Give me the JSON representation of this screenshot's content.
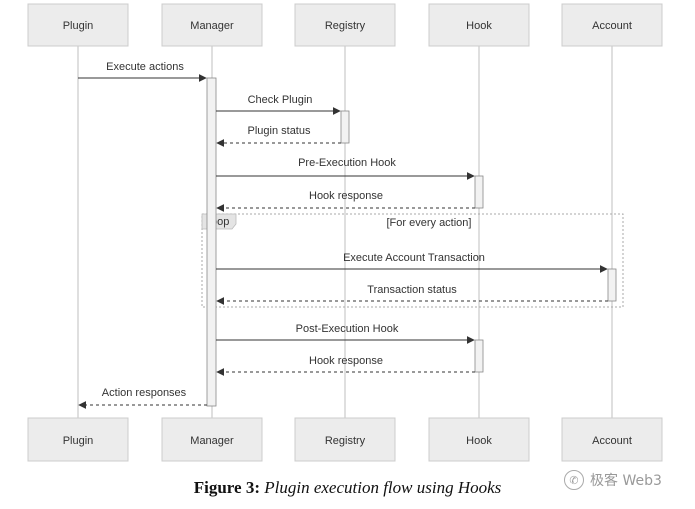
{
  "participants": [
    {
      "id": "plugin",
      "label": "Plugin"
    },
    {
      "id": "manager",
      "label": "Manager"
    },
    {
      "id": "registry",
      "label": "Registry"
    },
    {
      "id": "hook",
      "label": "Hook"
    },
    {
      "id": "account",
      "label": "Account"
    }
  ],
  "messages": [
    {
      "from": "plugin",
      "to": "manager",
      "label": "Execute actions",
      "style": "solid"
    },
    {
      "from": "manager",
      "to": "registry",
      "label": "Check Plugin",
      "style": "solid"
    },
    {
      "from": "registry",
      "to": "manager",
      "label": "Plugin status",
      "style": "dashed"
    },
    {
      "from": "manager",
      "to": "hook",
      "label": "Pre-Execution Hook",
      "style": "solid"
    },
    {
      "from": "hook",
      "to": "manager",
      "label": "Hook response",
      "style": "dashed"
    },
    {
      "from": "manager",
      "to": "account",
      "label": "Execute Account Transaction",
      "style": "solid"
    },
    {
      "from": "account",
      "to": "manager",
      "label": "Transaction status",
      "style": "dashed"
    },
    {
      "from": "manager",
      "to": "hook",
      "label": "Post-Execution Hook",
      "style": "solid"
    },
    {
      "from": "hook",
      "to": "manager",
      "label": "Hook response",
      "style": "dashed"
    },
    {
      "from": "manager",
      "to": "plugin",
      "label": "Action responses",
      "style": "dashed"
    }
  ],
  "loop": {
    "keyword": "loop",
    "condition": "[For every action]"
  },
  "caption": {
    "label": "Figure 3:",
    "text": "Plugin execution flow using Hooks"
  },
  "watermark": {
    "text": "极客 Web3",
    "icon": "wechat-logo-icon"
  },
  "colors": {
    "box_fill": "#ececec",
    "box_stroke": "#cccccc",
    "line": "#333333",
    "lifeline": "#bfbfbf"
  }
}
